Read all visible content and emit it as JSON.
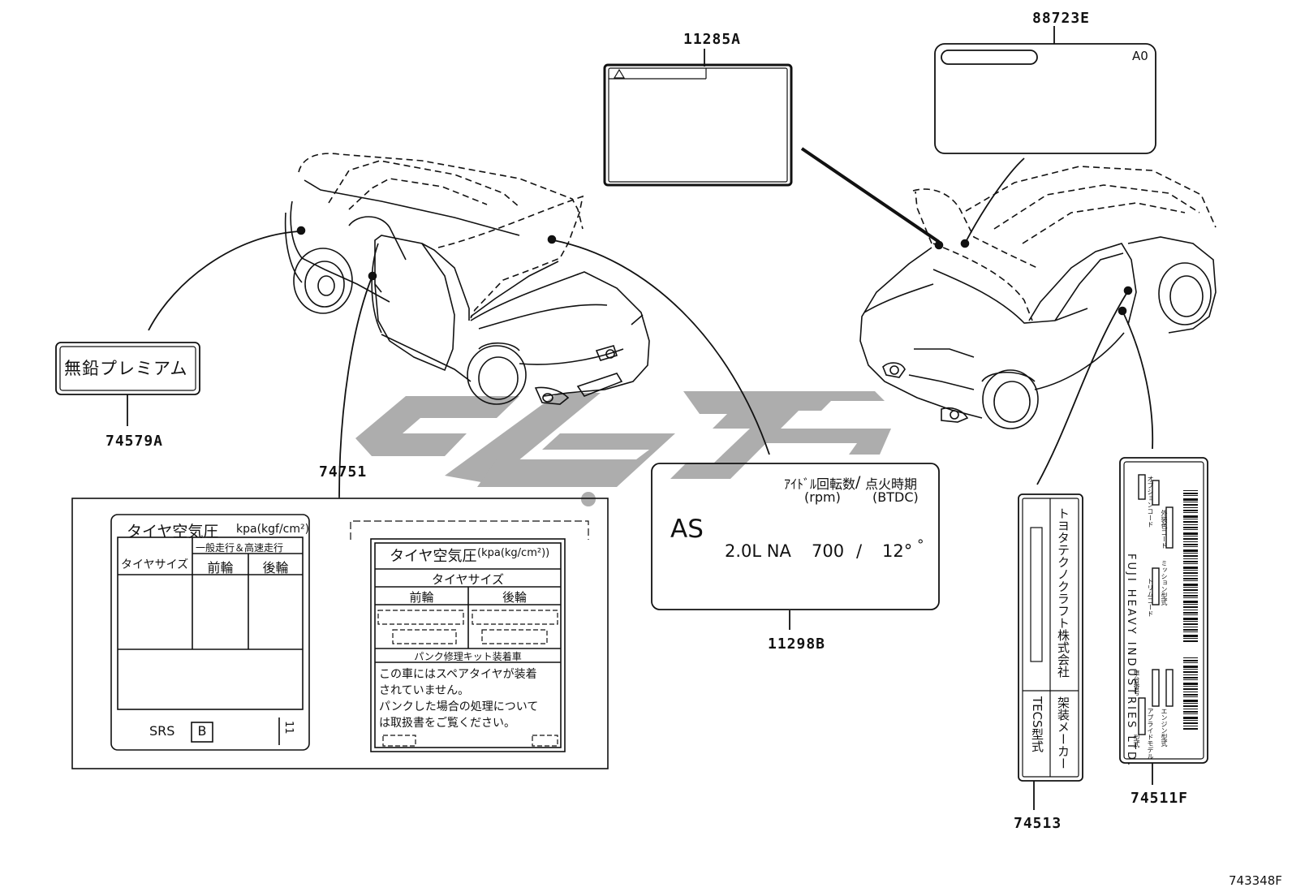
{
  "figure_id": "743348F",
  "parts": {
    "p11285A": "11285A",
    "p88723E": "88723E",
    "p74579A": "74579A",
    "p74751": "74751",
    "p11298B": "11298B",
    "p74513": "74513",
    "p74511F": "74511F"
  },
  "label_88723e": {
    "code": "A0"
  },
  "label_74579a": {
    "text": "無鉛プレミアム"
  },
  "label_11298b": {
    "header_left": "ｱｲﾄﾞﾙ回転数",
    "header_slash": "/",
    "header_right": "点火時期",
    "unit_left": "(rpm)",
    "unit_right": "(BTDC)",
    "code": "AS",
    "engine": "2.0L NA",
    "rpm": "700",
    "sep": "/",
    "timing": "12°",
    "timing_suffix": "°"
  },
  "tire_label_a": {
    "title": "タイヤ空気圧",
    "unit": "kpa(kgf/cm²)",
    "subhead": "一般走行＆高速走行",
    "col_size": "タイヤサイズ",
    "col_front": "前輪",
    "col_rear": "後輪",
    "footer_srs": "SRS",
    "footer_box": "B",
    "footer_mark": "11"
  },
  "tire_label_b": {
    "title": "タイヤ空気圧",
    "unit": "(kpa(kg/cm²))",
    "subhead": "タイヤサイズ",
    "col_front": "前輪",
    "col_rear": "後輪",
    "kit_head": "パンク修理キット装着車",
    "notice_1": "この車にはスペアタイヤが装着",
    "notice_2": "されていません。",
    "notice_3": "パンクした場合の処理について",
    "notice_4": "は取扱書をご覧ください。"
  },
  "label_74513": {
    "maker": "トヨタテクノクラフト株式会社",
    "tecs": "TECS型式",
    "equip": "架装メーカー"
  },
  "label_74511f": {
    "company": "FUJI HEAVY INDUSTRIES LTD.",
    "f1": "オプションコード",
    "f2": "外装色コード",
    "f3": "トリムコード",
    "f4": "ミッション型式",
    "f5": "型式",
    "f6": "車台番号",
    "f7": "アプライドモデル",
    "f8": "エンジン型式"
  },
  "watermark": {
    "color": "#a9a9a9"
  }
}
